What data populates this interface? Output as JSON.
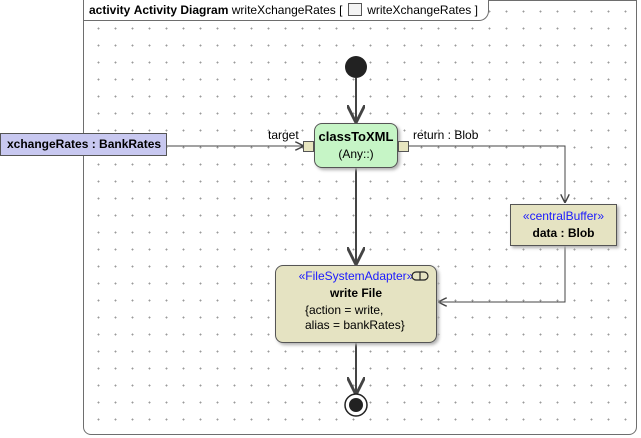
{
  "frame": {
    "kind_label": "activity",
    "type_label": "Activity Diagram",
    "name": "writeXchangeRates",
    "bracket_open": "[",
    "icon": "activity-diagram-icon",
    "ref_name": "writeXchangeRates",
    "bracket_close": "]"
  },
  "parameter_node": {
    "label": "xchangeRates : BankRates",
    "fill": "#c8c8f0"
  },
  "class_to_xml": {
    "name": "classToXML",
    "subtitle": "(Any::)",
    "input_pin_label": "target",
    "output_pin_label": "return : Blob",
    "fill": "#c6f5c6"
  },
  "central_buffer": {
    "stereotype": "«centralBuffer»",
    "label": "data : Blob",
    "fill": "#e5e3c2"
  },
  "write_file": {
    "stereotype": "«FileSystemAdapter»",
    "name": "write File",
    "constraint_line1": "{action = write,",
    "constraint_line2": "alias = bankRates}",
    "icon": "rake-icon",
    "fill": "#e5e3c2"
  },
  "colors": {
    "stereotype": "#1a1aff",
    "edge": "#444444"
  }
}
